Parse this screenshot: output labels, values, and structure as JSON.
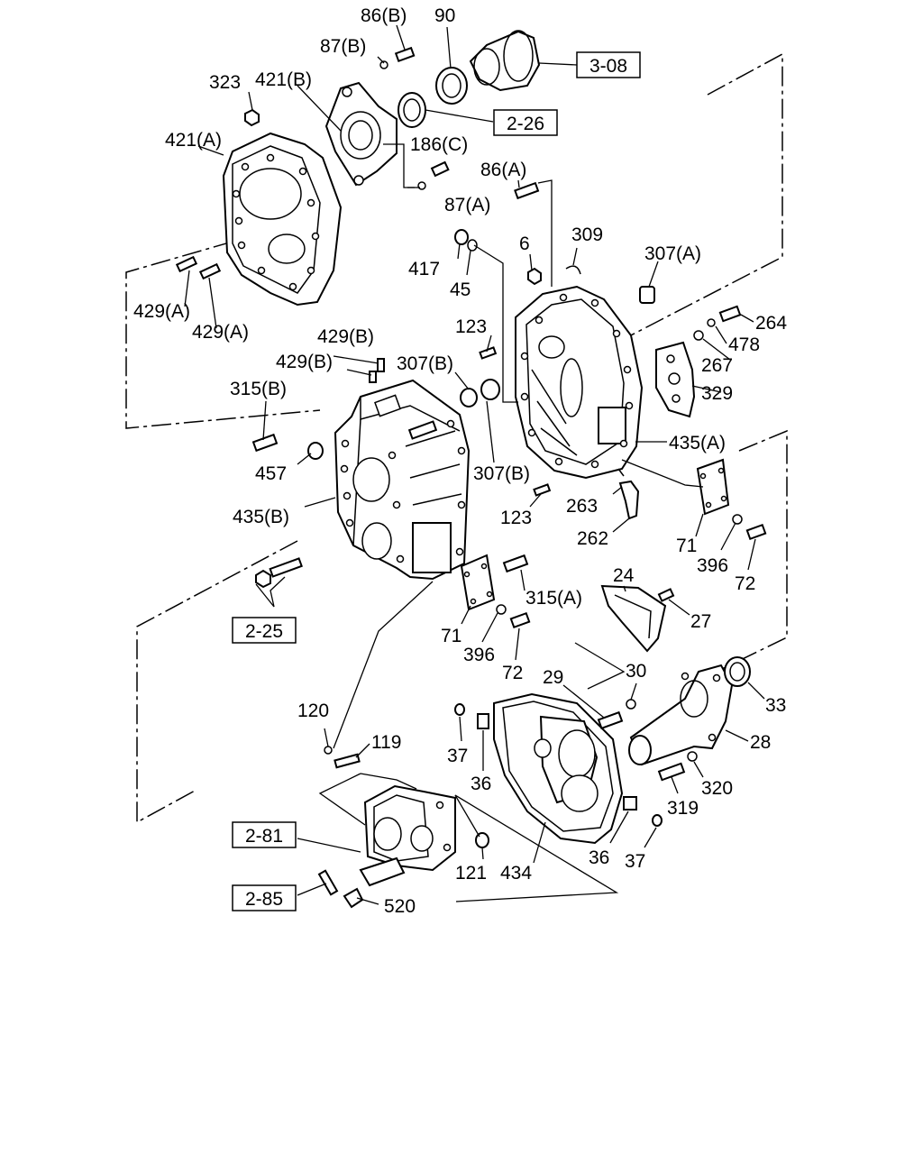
{
  "diagram": {
    "ref_boxes": [
      {
        "id": "r308",
        "text": "3-08"
      },
      {
        "id": "r226",
        "text": "2-26"
      },
      {
        "id": "r225",
        "text": "2-25"
      },
      {
        "id": "r281",
        "text": "2-81"
      },
      {
        "id": "r285",
        "text": "2-85"
      }
    ],
    "labels": [
      {
        "id": "l86b",
        "text": "86(B)"
      },
      {
        "id": "l90",
        "text": "90"
      },
      {
        "id": "l87b",
        "text": "87(B)"
      },
      {
        "id": "l323",
        "text": "323"
      },
      {
        "id": "l421b",
        "text": "421(B)"
      },
      {
        "id": "l421a",
        "text": "421(A)"
      },
      {
        "id": "l186c",
        "text": "186(C)"
      },
      {
        "id": "l86a",
        "text": "86(A)"
      },
      {
        "id": "l87a",
        "text": "87(A)"
      },
      {
        "id": "l6",
        "text": "6"
      },
      {
        "id": "l309",
        "text": "309"
      },
      {
        "id": "l307a",
        "text": "307(A)"
      },
      {
        "id": "l417",
        "text": "417"
      },
      {
        "id": "l45",
        "text": "45"
      },
      {
        "id": "l264",
        "text": "264"
      },
      {
        "id": "l429a1",
        "text": "429(A)"
      },
      {
        "id": "l429a2",
        "text": "429(A)"
      },
      {
        "id": "l123a",
        "text": "123"
      },
      {
        "id": "l478",
        "text": "478"
      },
      {
        "id": "l429b1",
        "text": "429(B)"
      },
      {
        "id": "l429b2",
        "text": "429(B)"
      },
      {
        "id": "l307b1",
        "text": "307(B)"
      },
      {
        "id": "l267",
        "text": "267"
      },
      {
        "id": "l315b",
        "text": "315(B)"
      },
      {
        "id": "l329",
        "text": "329"
      },
      {
        "id": "l435a",
        "text": "435(A)"
      },
      {
        "id": "l457",
        "text": "457"
      },
      {
        "id": "l307b2",
        "text": "307(B)"
      },
      {
        "id": "l435b",
        "text": "435(B)"
      },
      {
        "id": "l263",
        "text": "263"
      },
      {
        "id": "l123b",
        "text": "123"
      },
      {
        "id": "l262",
        "text": "262"
      },
      {
        "id": "l71a",
        "text": "71"
      },
      {
        "id": "l396a",
        "text": "396"
      },
      {
        "id": "l72a",
        "text": "72"
      },
      {
        "id": "l24",
        "text": "24"
      },
      {
        "id": "l315a",
        "text": "315(A)"
      },
      {
        "id": "l27",
        "text": "27"
      },
      {
        "id": "l71b",
        "text": "71"
      },
      {
        "id": "l396b",
        "text": "396"
      },
      {
        "id": "l72b",
        "text": "72"
      },
      {
        "id": "l29",
        "text": "29"
      },
      {
        "id": "l30",
        "text": "30"
      },
      {
        "id": "l33",
        "text": "33"
      },
      {
        "id": "l120",
        "text": "120"
      },
      {
        "id": "l119",
        "text": "119"
      },
      {
        "id": "l37a",
        "text": "37"
      },
      {
        "id": "l28",
        "text": "28"
      },
      {
        "id": "l36a",
        "text": "36"
      },
      {
        "id": "l320",
        "text": "320"
      },
      {
        "id": "l319",
        "text": "319"
      },
      {
        "id": "l121",
        "text": "121"
      },
      {
        "id": "l434",
        "text": "434"
      },
      {
        "id": "l36b",
        "text": "36"
      },
      {
        "id": "l37b",
        "text": "37"
      },
      {
        "id": "l520",
        "text": "520"
      }
    ]
  }
}
